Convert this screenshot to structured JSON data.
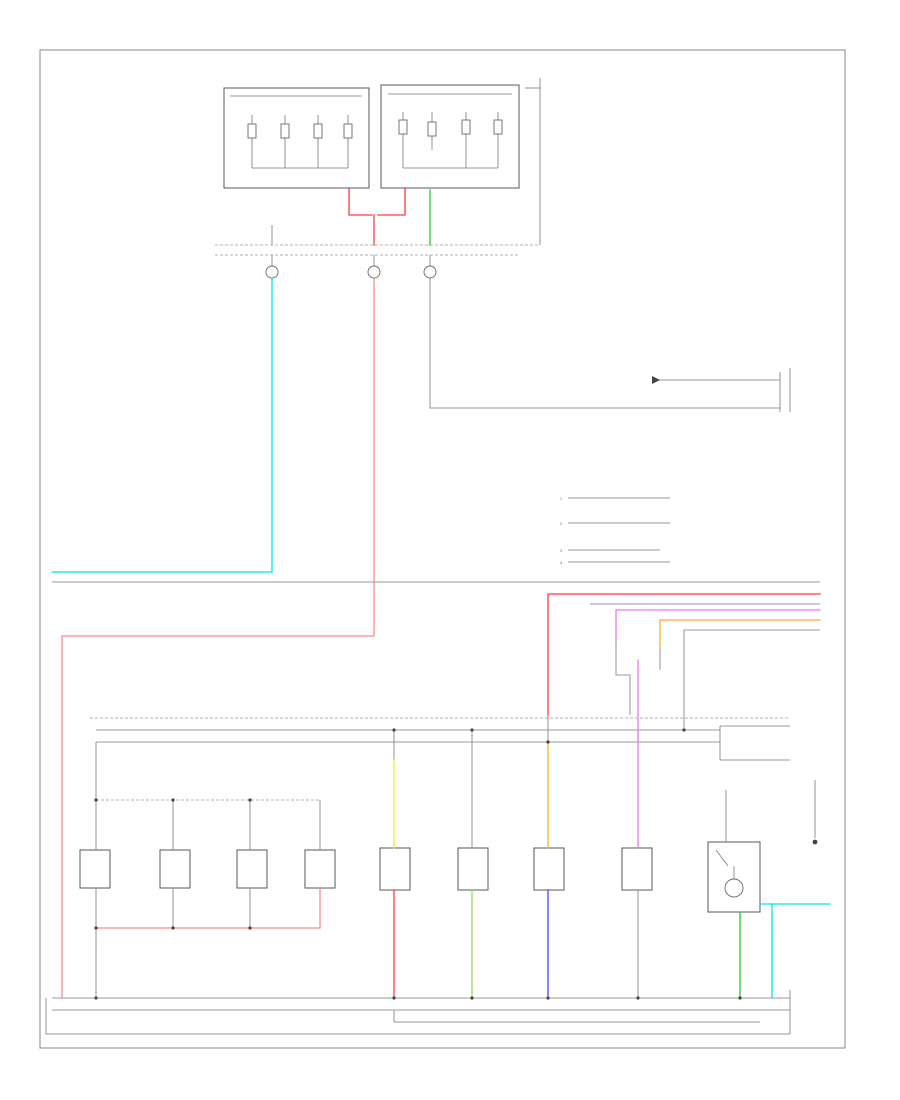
{
  "page_label": "",
  "colors": {
    "frame": "#888888",
    "wire_gray": "#9a9a9a",
    "wire_cyan": "#00e5e5",
    "wire_pink": "#ff8a8a",
    "wire_red": "#ff3b3b",
    "wire_green": "#22cc22",
    "wire_magenta": "#ee77ee",
    "wire_orange": "#ffaa33",
    "wire_yellow": "#eeee33",
    "wire_blue": "#4444ff",
    "wire_lightgreen": "#88dd66"
  },
  "legend": [
    {
      "num": "1",
      "text": ""
    },
    {
      "num": "2",
      "text": ""
    },
    {
      "num": "3",
      "text": ""
    },
    {
      "num": "4",
      "text": ""
    }
  ],
  "components": [
    {
      "id": "switch-1",
      "label": ""
    },
    {
      "id": "switch-2",
      "label": ""
    },
    {
      "id": "switch-3",
      "label": ""
    },
    {
      "id": "switch-4",
      "label": ""
    },
    {
      "id": "switch-5",
      "label": ""
    },
    {
      "id": "switch-6",
      "label": ""
    },
    {
      "id": "switch-7",
      "label": ""
    },
    {
      "id": "switch-8",
      "label": ""
    },
    {
      "id": "motor-9",
      "label": ""
    }
  ]
}
